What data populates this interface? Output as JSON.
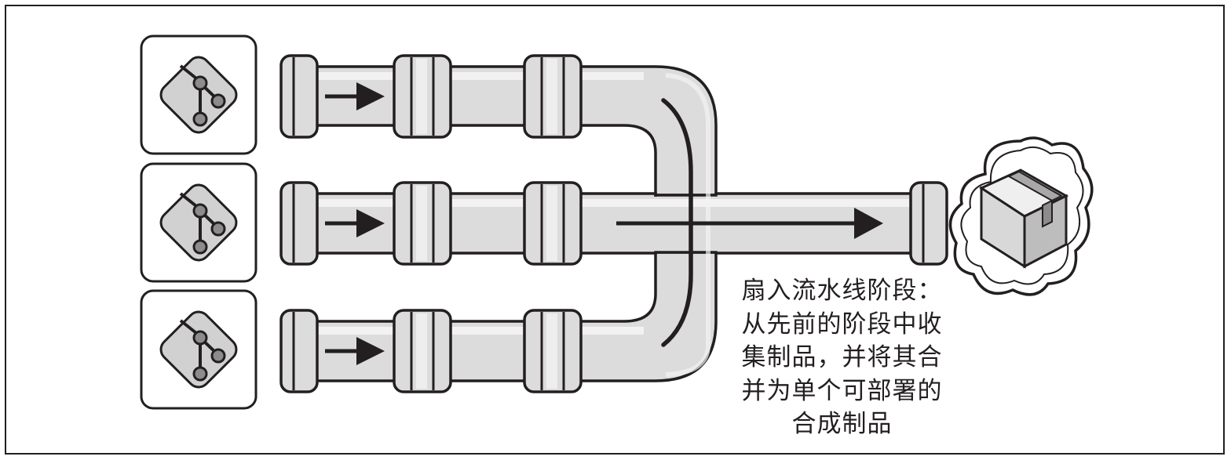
{
  "caption": {
    "lines": [
      "扇入流水线阶段：",
      "从先前的阶段中收",
      "集制品，并将其合",
      "并为单个可部署的",
      "合成制品"
    ]
  },
  "sources": [
    {
      "icon": "git-branch-icon"
    },
    {
      "icon": "git-branch-icon"
    },
    {
      "icon": "git-branch-icon"
    }
  ],
  "artifact": {
    "icon": "package-box-icon",
    "background": "cloud-icon"
  },
  "colors": {
    "stroke": "#231f20",
    "pipe": "#dcdcdc",
    "pipe_highlight": "#f2f2f2",
    "icon_fill": "#d1d1d1",
    "node_fill": "#8c8c8c"
  }
}
